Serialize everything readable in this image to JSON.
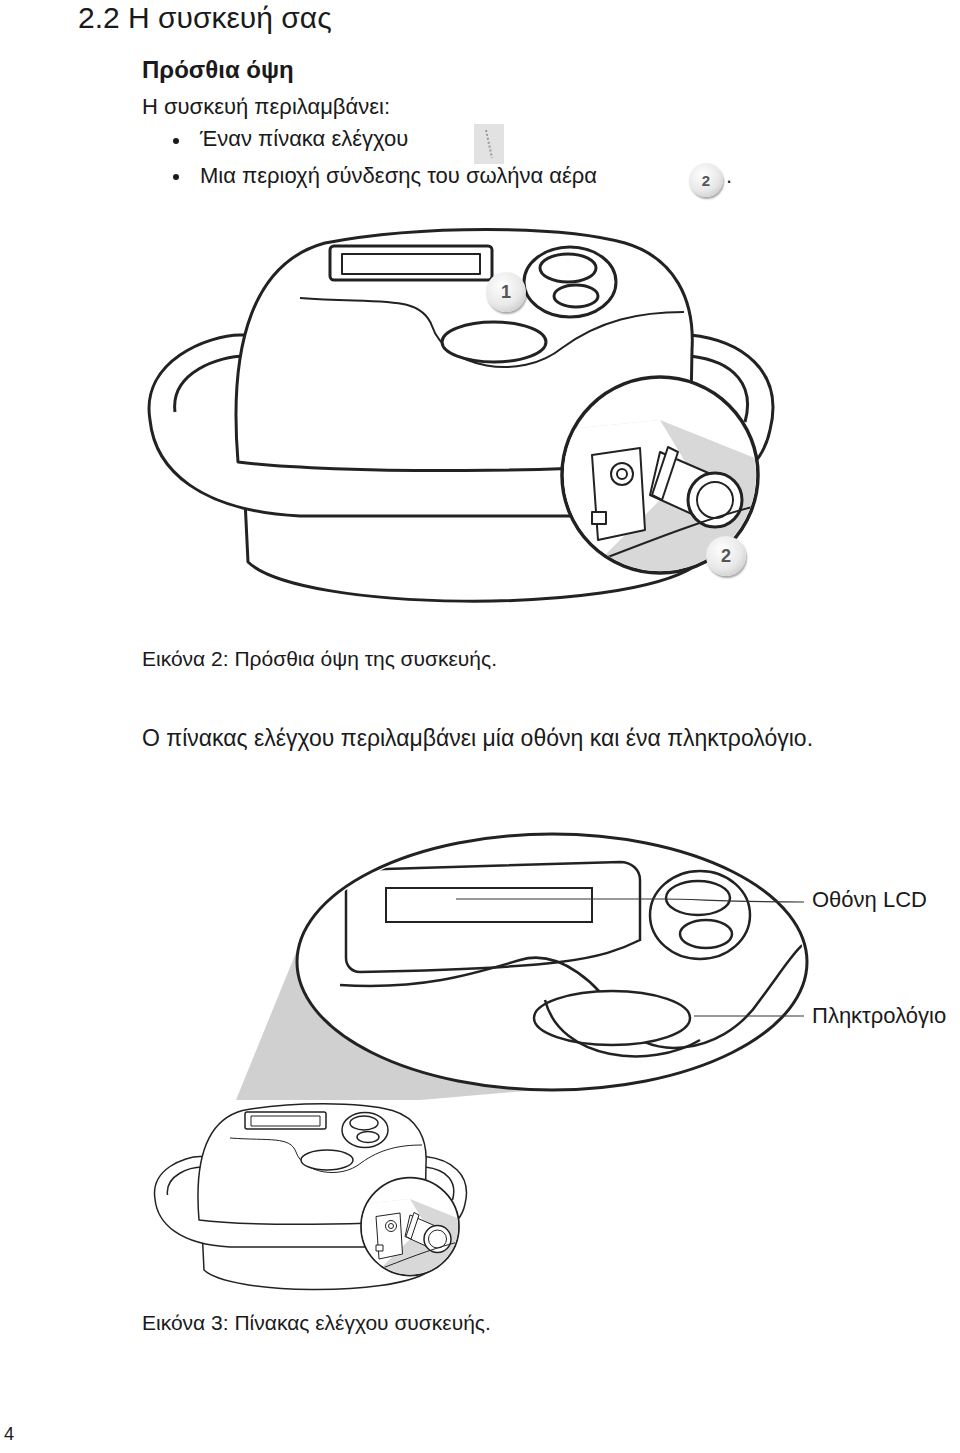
{
  "diagram": {
    "title": "2.2 Η συσκευή σας",
    "labels": [
      "Πρόσθια όψη",
      "Η συσκευή περιλαμβάνει:",
      "Έναν πίνακα ελέγχου",
      "Μια περιοχή σύνδεσης του σωλήνα αέρα",
      "2",
      ".",
      "1",
      "2",
      "Εικόνα 2: Πρόσθια όψη της συσκευής.",
      "Ο πίνακας ελέγχου περιλαμβάνει μία οθόνη και ένα πληκτρολόγιο.",
      "Οθόνη LCD",
      "Πληκτρολόγιο",
      "Εικόνα 3: Πίνακας ελέγχου συσκευής.",
      "4"
    ]
  }
}
